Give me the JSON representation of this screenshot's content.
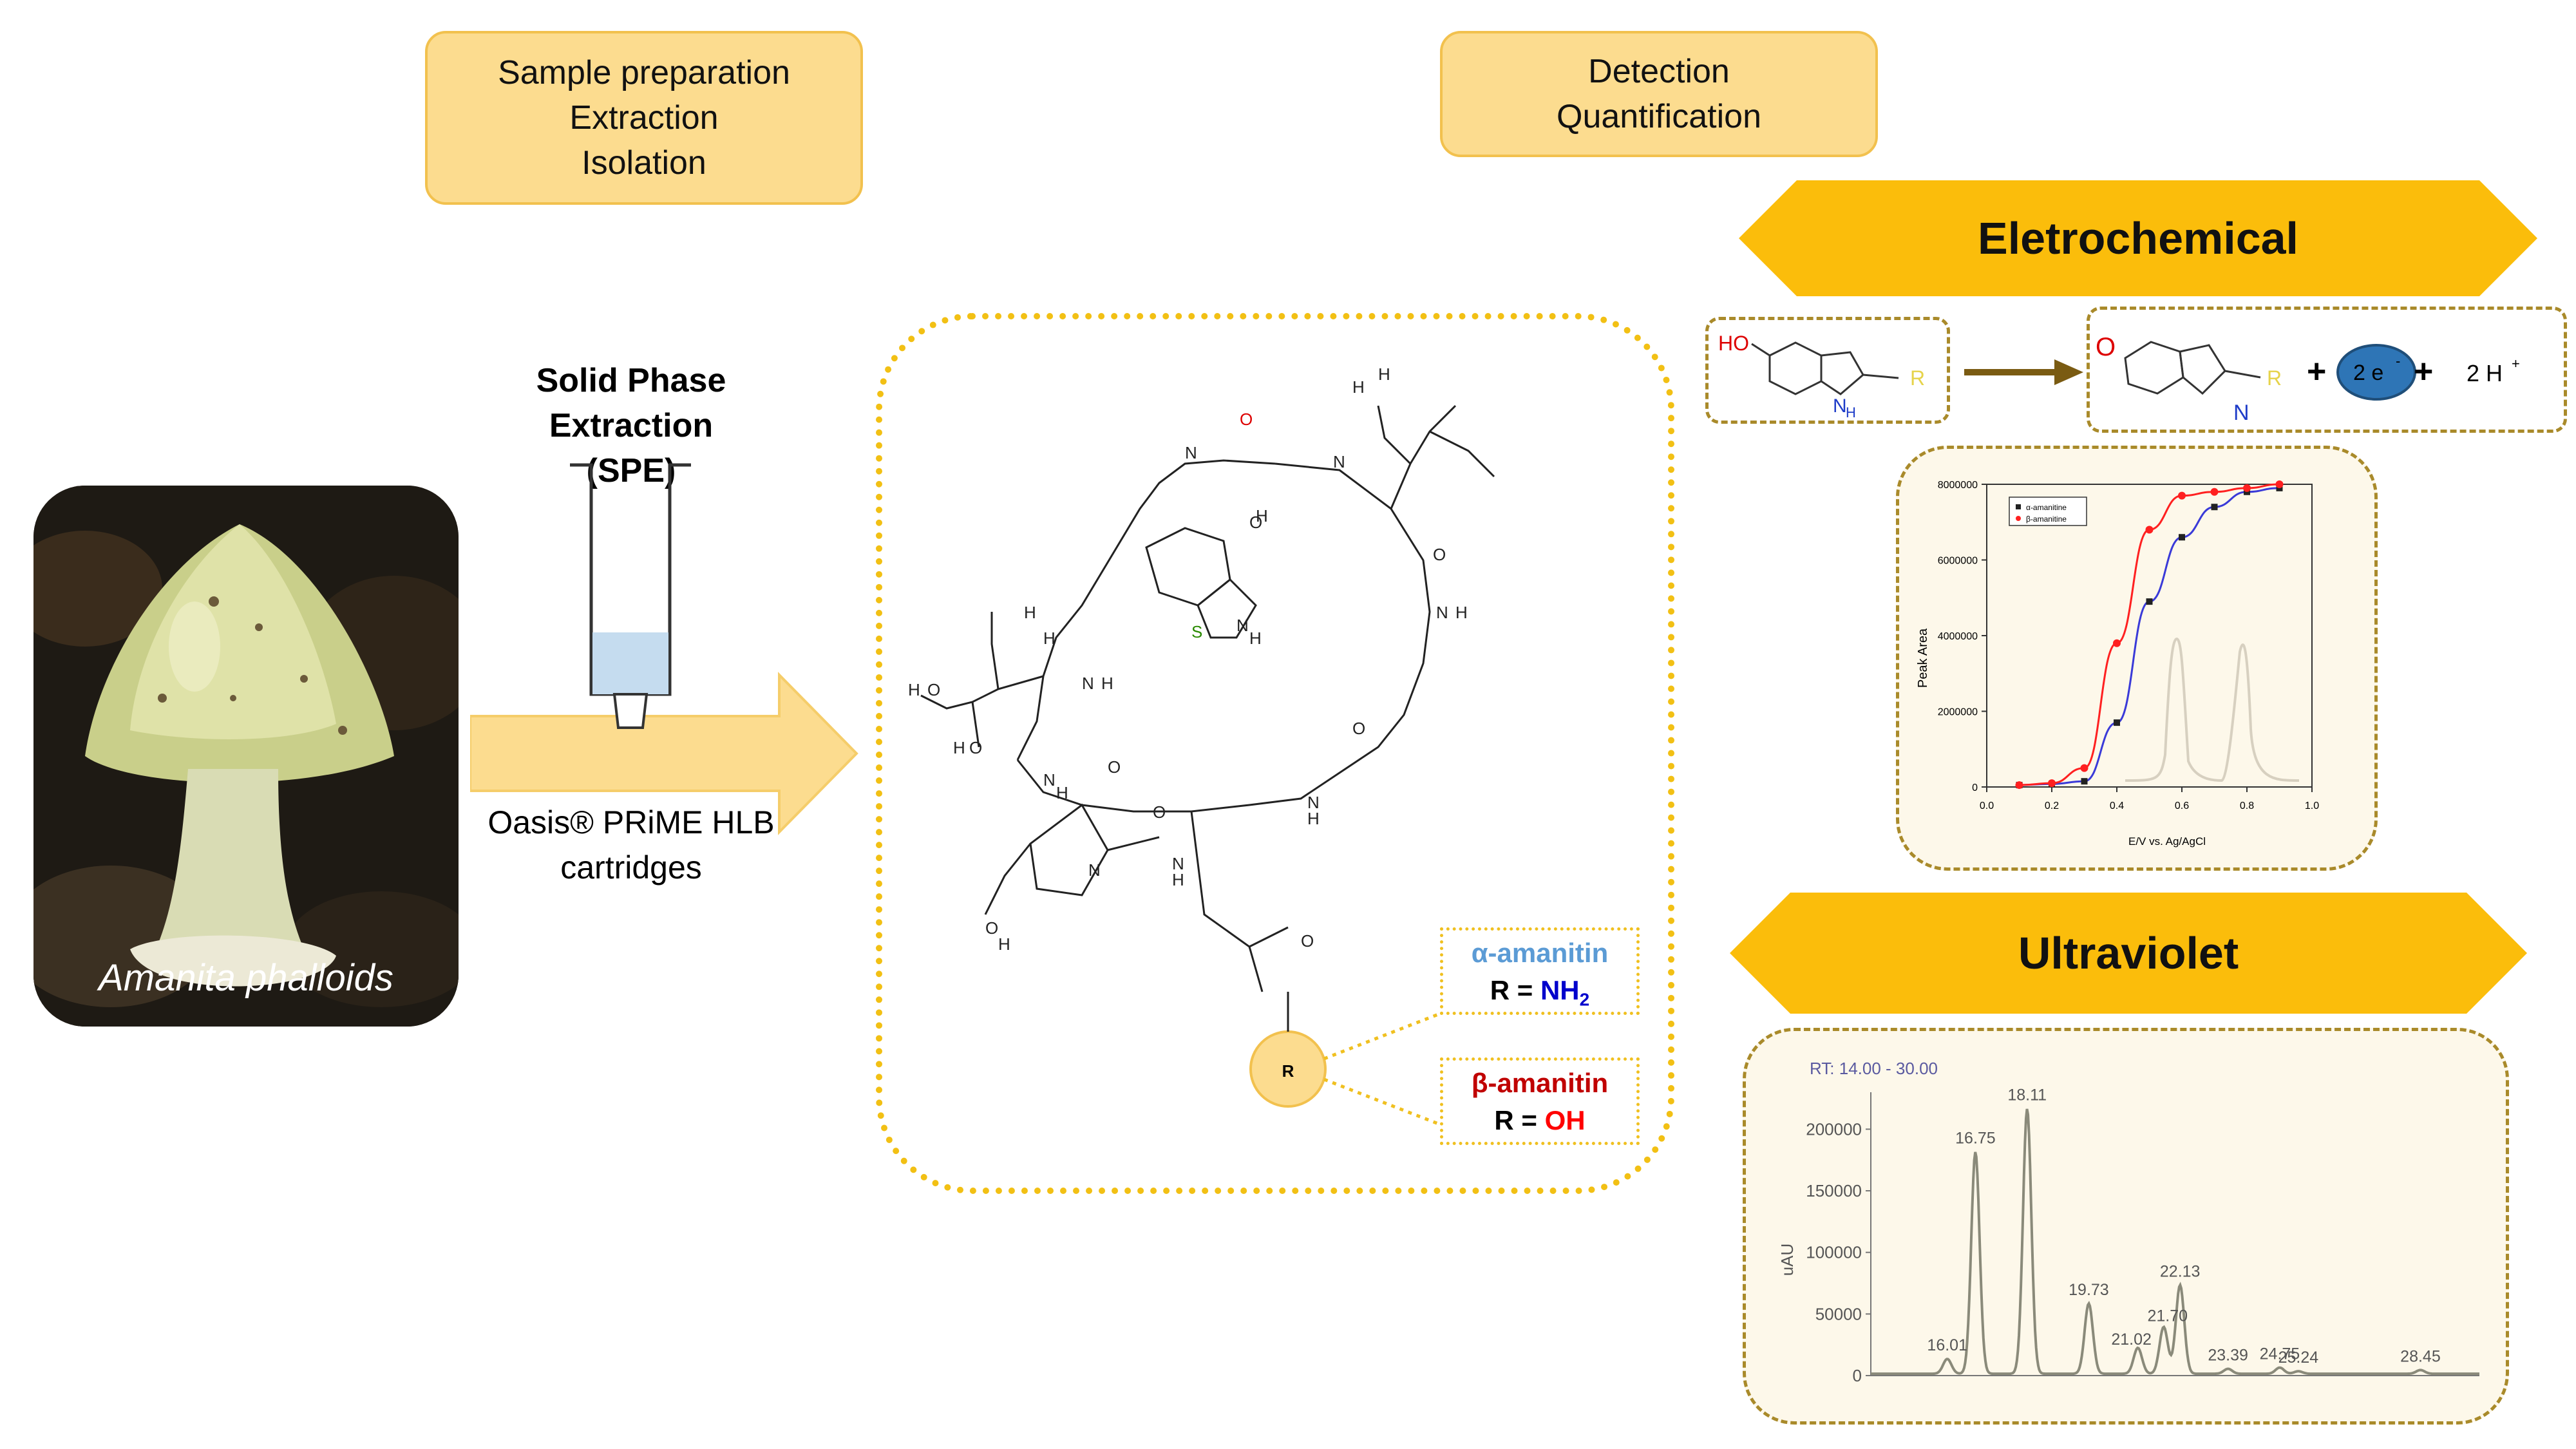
{
  "top_labels": {
    "sample_prep": [
      "Sample preparation",
      "Extraction",
      "Isolation"
    ],
    "detection": [
      "Detection",
      "Quantification"
    ]
  },
  "spe": {
    "title_line1": "Solid Phase Extraction",
    "title_line2": "(SPE)",
    "cartridge_line1": "Oasis® PRiME HLB",
    "cartridge_line2": "cartridges"
  },
  "photo": {
    "caption": "Amanita phalloids"
  },
  "banners": {
    "electrochemical": "Eletrochemical",
    "ultraviolet": "Ultraviolet"
  },
  "r_groups": {
    "alpha_name": "α-amanitin",
    "alpha_r_prefix": "R = ",
    "alpha_r_value": "NH",
    "alpha_r_sub": "2",
    "beta_name": "β-amanitin",
    "beta_r_prefix": "R = ",
    "beta_r_value": "OH",
    "r_circle": "R"
  },
  "reaction": {
    "left_oh": "HO",
    "left_r": "R",
    "left_nh": "N",
    "left_h": "H",
    "right_o": "O",
    "right_r": "R",
    "right_n": "N",
    "plus1": "+",
    "electrons": "2 e",
    "electron_sup": "-",
    "plus2": "+",
    "protons": "2 H",
    "proton_sup": "+"
  },
  "colors": {
    "accent_fill": "#fcdc8f",
    "accent_border": "#f2c14e",
    "banner": "#fbbd0b",
    "alpha": "#5b9bd5",
    "beta": "#c00000",
    "nh2": "#0000cc",
    "oh": "#ff0000"
  },
  "chart_data": [
    {
      "type": "line",
      "xlabel": "E/V vs. Ag/AgCl",
      "ylabel": "Peak Area",
      "xlim": [
        0.0,
        1.0
      ],
      "ylim": [
        0,
        8000000
      ],
      "x_ticks": [
        "0.0",
        "0.2",
        "0.4",
        "0.6",
        "0.8",
        "1.0"
      ],
      "y_ticks": [
        "0",
        "2000000",
        "4000000",
        "6000000",
        "8000000"
      ],
      "legend": "top-left",
      "series": [
        {
          "name": "α-amanitine",
          "color": "#222222",
          "x": [
            0.1,
            0.2,
            0.3,
            0.4,
            0.5,
            0.6,
            0.7,
            0.8,
            0.9
          ],
          "y": [
            50000,
            80000,
            150000,
            1700000,
            4900000,
            6600000,
            7400000,
            7800000,
            7900000
          ]
        },
        {
          "name": "β-amanitine",
          "color": "#ff2020",
          "x": [
            0.1,
            0.2,
            0.3,
            0.4,
            0.5,
            0.6,
            0.7,
            0.8,
            0.9
          ],
          "y": [
            50000,
            100000,
            500000,
            3800000,
            6800000,
            7700000,
            7800000,
            7900000,
            8000000
          ]
        }
      ]
    },
    {
      "type": "line",
      "title": "RT: 14.00 - 30.00",
      "ylabel": "uAU",
      "xlim": [
        14.0,
        30.0
      ],
      "ylim": [
        0,
        230000
      ],
      "y_ticks": [
        "0",
        "50000",
        "100000",
        "150000",
        "200000"
      ],
      "peaks": [
        {
          "rt": "16.01",
          "x": 16.01,
          "y": 12000
        },
        {
          "rt": "16.75",
          "x": 16.75,
          "y": 180000
        },
        {
          "rt": "18.11",
          "x": 18.11,
          "y": 215000
        },
        {
          "rt": "19.73",
          "x": 19.73,
          "y": 57000
        },
        {
          "rt": "21.02",
          "x": 21.02,
          "y": 21000
        },
        {
          "rt": "21.70",
          "x": 21.7,
          "y": 38000
        },
        {
          "rt": "22.13",
          "x": 22.13,
          "y": 72000
        },
        {
          "rt": "23.39",
          "x": 23.39,
          "y": 4000
        },
        {
          "rt": "24.75",
          "x": 24.75,
          "y": 5000
        },
        {
          "rt": "25.24",
          "x": 25.24,
          "y": 2000
        },
        {
          "rt": "28.45",
          "x": 28.45,
          "y": 3000
        }
      ]
    }
  ]
}
